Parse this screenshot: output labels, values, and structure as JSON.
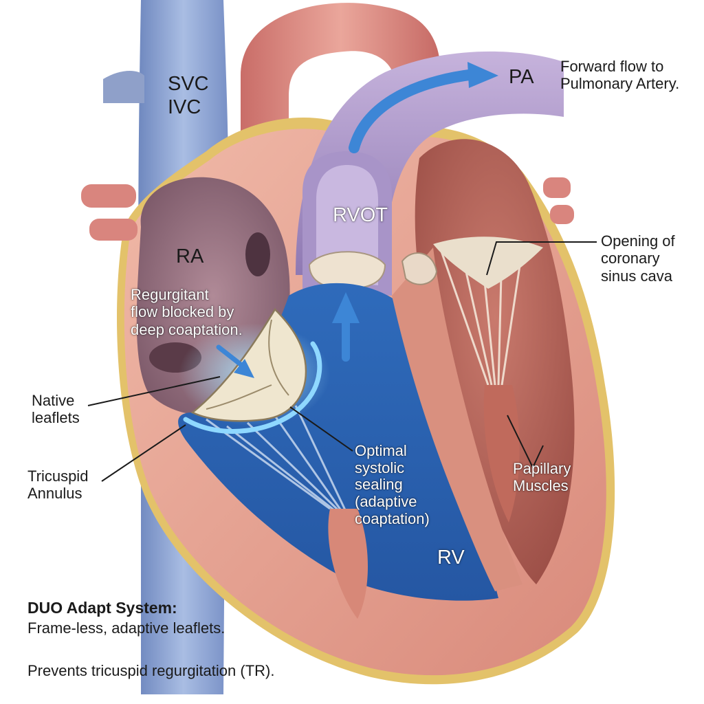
{
  "labels": {
    "svc": "SVC",
    "ivc": "IVC",
    "pa": "PA",
    "forward_flow": [
      "Forward flow to",
      "Pulmonary Artery."
    ],
    "rvot": "RVOT",
    "ra": "RA",
    "regurgitant": [
      "Regurgitant",
      "flow blocked by",
      "deep coaptation."
    ],
    "native_leaflets": [
      "Native",
      "leaflets"
    ],
    "tricuspid_annulus": [
      "Tricuspid",
      "Annulus"
    ],
    "optimal_sealing": [
      "Optimal",
      "systolic",
      "sealing",
      "(adaptive",
      "coaptation)"
    ],
    "opening_coronary": [
      "Opening of",
      "coronary",
      "sinus cava"
    ],
    "papillary": [
      "Papillary",
      "Muscles"
    ],
    "rv": "RV"
  },
  "notes": {
    "title": "DUO Adapt System:",
    "line1": "Frame-less, adaptive leaflets.",
    "line2": "Prevents tricuspid regurgitation (TR)."
  },
  "colors": {
    "vena_cava": "#8fa6d4",
    "aorta": "#d9857e",
    "pulmonary": "#b09ac9",
    "myocardium": "#e6a292",
    "rv_blood": "#2f66b3",
    "valve": "#efe6cf",
    "flow_arrow": "#3d86d6",
    "pericardium": "#e3c26a"
  }
}
